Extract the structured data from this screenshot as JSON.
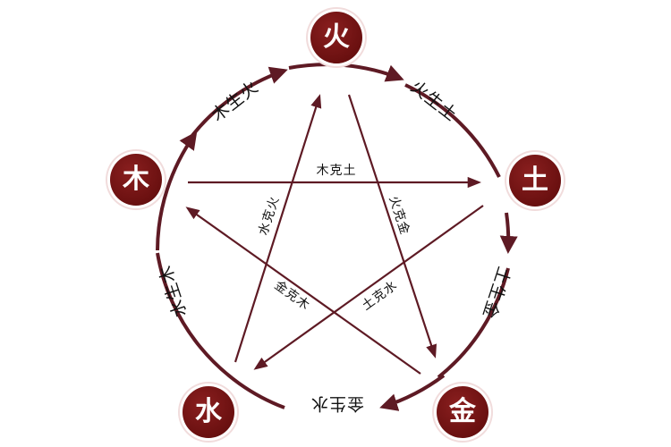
{
  "colors": {
    "node_fill": "#6a1010",
    "ring": "#5e1a24",
    "star": "#5e1a24",
    "label": "#111111"
  },
  "elements": {
    "fire": "火",
    "earth": "土",
    "metal": "金",
    "water": "水",
    "wood": "木"
  },
  "generating": {
    "wood_fire": "木生火",
    "fire_earth": "火生土",
    "earth_metal": "土生金",
    "metal_water": "金生水",
    "water_wood": "水生木"
  },
  "overcoming": {
    "wood_earth": "木克土",
    "fire_metal": "火克金",
    "earth_water": "土克水",
    "metal_wood": "金克木",
    "water_fire": "水克火"
  }
}
